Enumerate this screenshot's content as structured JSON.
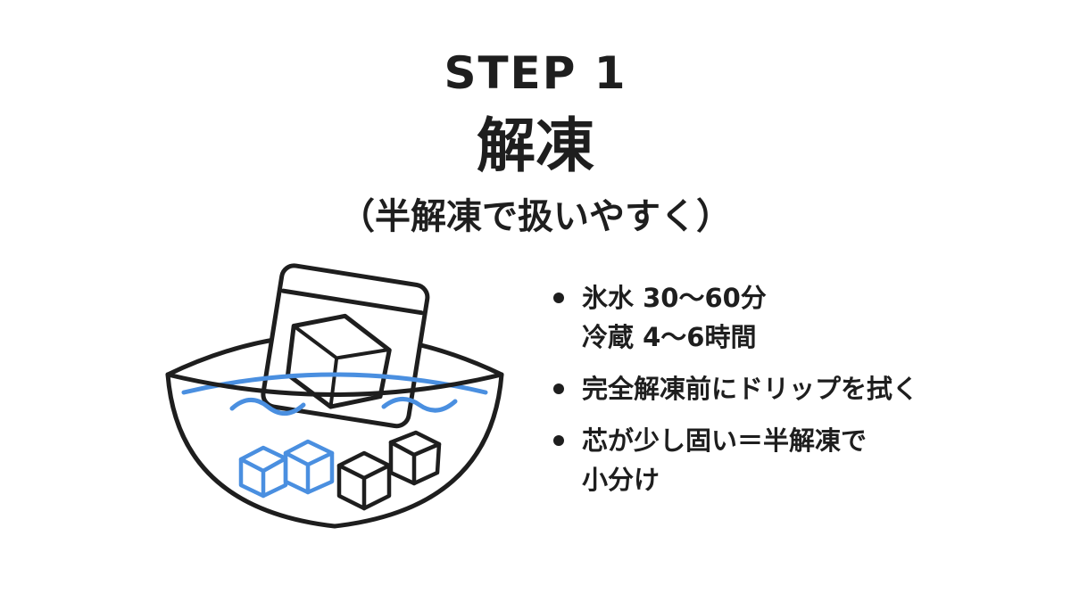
{
  "header": {
    "step": "STEP 1",
    "title": "解凍",
    "subtitle": "（半解凍で扱いやすく）"
  },
  "tips": [
    {
      "lines": [
        "氷水 30～60分",
        "冷蔵 4～6時間"
      ]
    },
    {
      "lines": [
        "完全解凍前にドリップを拭く"
      ]
    },
    {
      "lines": [
        "芯が少し固い＝半解凍で",
        "小分け"
      ]
    }
  ],
  "illustration": {
    "subject": "bowl-with-ice-water-and-frozen-pack",
    "colors": {
      "outline": "#1e1e1e",
      "water": "#4a8fe0"
    }
  }
}
